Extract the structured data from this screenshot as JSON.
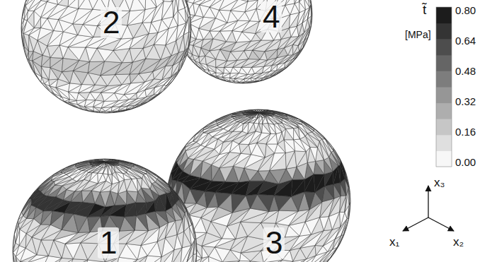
{
  "diagram": {
    "labels": [
      "2",
      "4",
      "1",
      "3",
      "t̃",
      "[MPa]",
      "0.80",
      "0.64",
      "0.48",
      "0.32",
      "0.16",
      "0.00",
      "x₃",
      "x₁",
      "x₂"
    ]
  }
}
